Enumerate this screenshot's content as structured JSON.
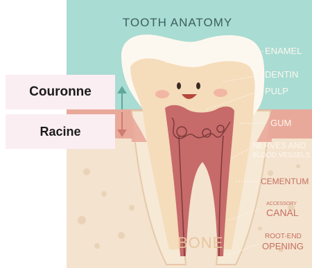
{
  "diagram": {
    "title": "TOOTH ANATOMY",
    "labels": {
      "enamel": "ENAMEL",
      "dentin": "DENTIN",
      "pulp": "PULP",
      "gum": "GUM",
      "nerves_line1": "NERVES AND",
      "nerves_line2": "BLOOD VESSELS",
      "cementum": "CEMENTUM",
      "accessory_line1": "ACCESSORY",
      "accessory_line2": "CANAL",
      "rootend_line1": "ROOT-END",
      "rootend_line2": "OPENING",
      "bone": "BONE"
    },
    "colors": {
      "sky": "#a9dcd3",
      "gum": "#e9a99a",
      "bone": "#f4e3cf",
      "enamel": "#fdf8ef",
      "dentin": "#f5dcbb",
      "pulp": "#c76a6a",
      "label_text": "#fdf7ee",
      "title_text": "#3c5f5c"
    }
  },
  "overlay": {
    "crown_label": "Couronne",
    "root_label": "Racine"
  }
}
